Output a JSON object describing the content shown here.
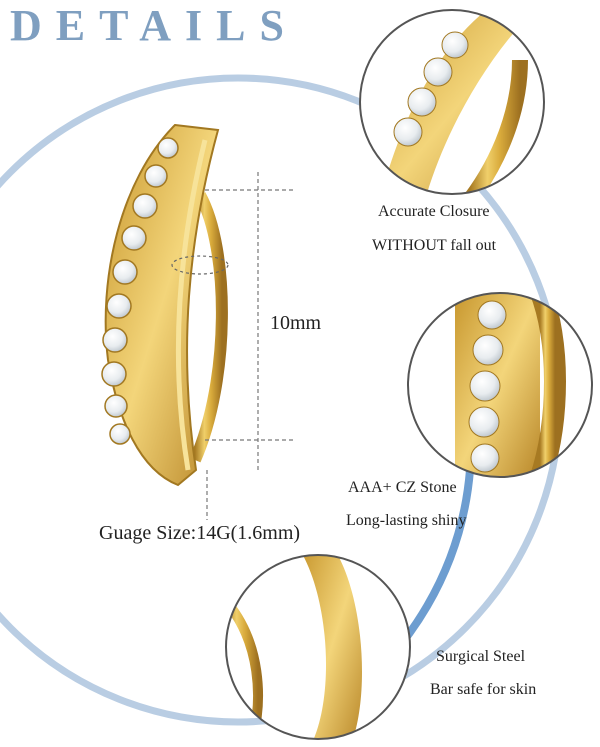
{
  "title": "DETAILS",
  "dimension_label": "10mm",
  "gauge_label": "Guage Size:14G(1.6mm)",
  "callouts": [
    {
      "line1": "Accurate Closure",
      "line2": "WITHOUT fall out"
    },
    {
      "line1": "AAA+ CZ Stone",
      "line2": "Long-lasting shiny"
    },
    {
      "line1": "Surgical Steel",
      "line2": "Bar safe for skin"
    }
  ],
  "colors": {
    "accent_blue": "#7f9fc0",
    "ring_blue": "#b9cde3",
    "gold": "#e0b64a",
    "gold_dark": "#b8892a"
  }
}
